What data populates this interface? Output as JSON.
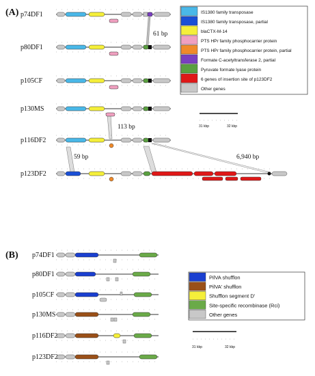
{
  "panelA": {
    "label": "(A)",
    "tracks": [
      "p74DF1",
      "p80DF1",
      "p105CF",
      "p130MS",
      "p116DF2",
      "p123DF2"
    ],
    "annotations": {
      "bp61": "61 bp",
      "bp113": "113 bp",
      "bp59": "59 bp",
      "bp6940": "6,940 bp"
    },
    "legend": [
      {
        "color": "#4ab8e8",
        "label": "IS1380 family transposase"
      },
      {
        "color": "#1a4fd6",
        "label": "IS1380 family transposase, partial"
      },
      {
        "color": "#f5ef3a",
        "label": "blaCTX-M-14"
      },
      {
        "color": "#f0a0c0",
        "label": "PTS HPr family phosphocarrier protein"
      },
      {
        "color": "#f08a2a",
        "label": "PTS HPr family phosphocarrier protein, partial"
      },
      {
        "color": "#7a3fc0",
        "label": "Formate C-acetyltransferase 2, partial"
      },
      {
        "color": "#5aa040",
        "label": "Pyruvate formate lyase protein"
      },
      {
        "color": "#e01818",
        "label": "6 genes of insertion site of p123DF2"
      },
      {
        "color": "#c8c8c8",
        "label": "Other genes"
      }
    ],
    "scale": {
      "left": "31 kbp",
      "right": "32 kbp"
    }
  },
  "panelB": {
    "label": "(B)",
    "tracks": [
      "p74DF1",
      "p80DF1",
      "p105CF",
      "p130MS",
      "p116DF2",
      "p123DF2"
    ],
    "legend": [
      {
        "color": "#1a3fd0",
        "label": "PilVA shufflon"
      },
      {
        "color": "#9a5018",
        "label": "PilVA' shufflon"
      },
      {
        "color": "#f5ef3a",
        "label": "Shufflon segment D'"
      },
      {
        "color": "#6aaa48",
        "label": "Site-specific recombinase (Rci)"
      },
      {
        "color": "#c8c8c8",
        "label": "Other genes"
      }
    ],
    "scale": {
      "left": "31 kbp",
      "right": "32 kbp"
    }
  }
}
